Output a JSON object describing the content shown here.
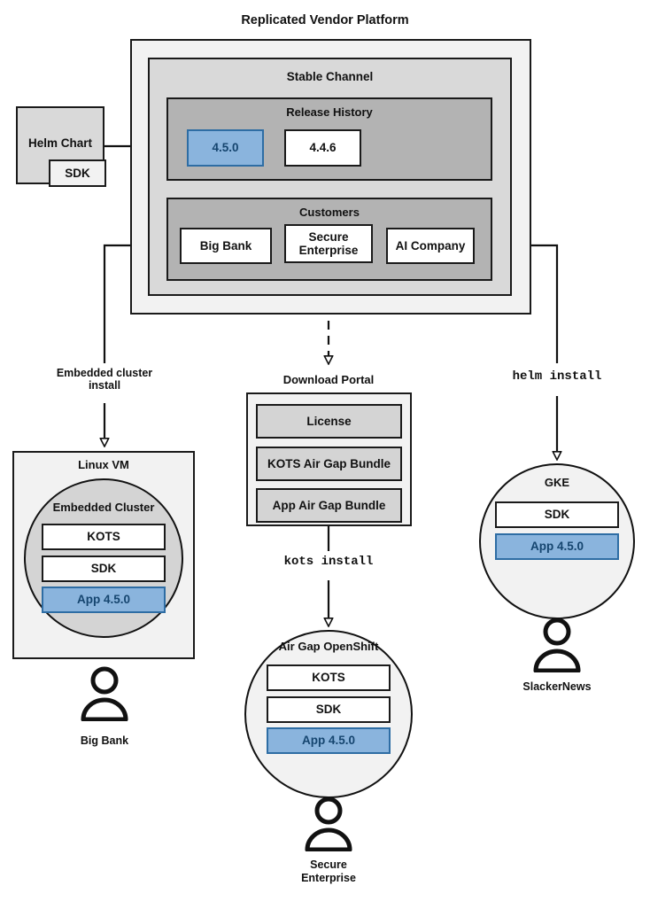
{
  "diagram": {
    "title": "Replicated Vendor Platform",
    "platform": {
      "stable_channel": {
        "label": "Stable Channel",
        "release_history": {
          "label": "Release History",
          "releases": [
            {
              "version": "4.5.0",
              "highlighted": true
            },
            {
              "version": "4.4.6",
              "highlighted": false
            }
          ]
        },
        "customers": {
          "label": "Customers",
          "items": [
            {
              "name": "Big Bank"
            },
            {
              "name": "Secure\nEnterprise"
            },
            {
              "name": "AI Company"
            }
          ]
        }
      }
    },
    "source": {
      "label": "Helm Chart",
      "sdk_label": "SDK"
    },
    "edge_labels": {
      "embedded_cluster_install": "Embedded cluster\ninstall",
      "kots_install": "kots install",
      "helm_install": "helm install"
    },
    "download_portal": {
      "label": "Download Portal",
      "artifacts": [
        "License",
        "KOTS Air Gap Bundle",
        "App Air Gap Bundle"
      ]
    },
    "targets": [
      {
        "id": "linux-vm",
        "outer_label": "Linux VM",
        "inner_label": "Embedded Cluster",
        "components": [
          {
            "label": "KOTS",
            "highlighted": false
          },
          {
            "label": "SDK",
            "highlighted": false
          },
          {
            "label": "App 4.5.0",
            "highlighted": true
          }
        ],
        "customer": "Big Bank"
      },
      {
        "id": "air-gap-openshift",
        "outer_label": "",
        "inner_label": "Air Gap OpenShift",
        "components": [
          {
            "label": "KOTS",
            "highlighted": false
          },
          {
            "label": "SDK",
            "highlighted": false
          },
          {
            "label": "App 4.5.0",
            "highlighted": true
          }
        ],
        "customer": "Secure\nEnterprise"
      },
      {
        "id": "gke",
        "outer_label": "",
        "inner_label": "GKE",
        "components": [
          {
            "label": "SDK",
            "highlighted": false
          },
          {
            "label": "App 4.5.0",
            "highlighted": true
          }
        ],
        "customer": "SlackerNews"
      }
    ],
    "colors": {
      "highlight_fill": "#8ab4dd",
      "highlight_border": "#2e6da4",
      "highlight_text": "#15456f",
      "stroke": "#1a1a1a",
      "layer1_fill": "#f2f2f2",
      "layer2_fill": "#d9d9d9",
      "layer3_fill": "#b3b3b3",
      "layer4_fill": "#d4d4d4"
    }
  }
}
